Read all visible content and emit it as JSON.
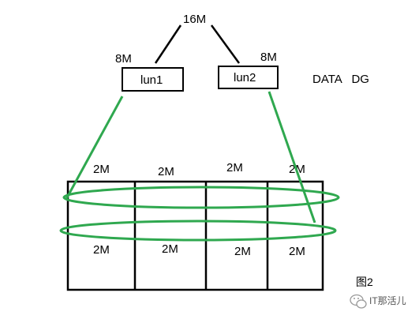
{
  "diagram": {
    "total_size": "16M",
    "luns": [
      {
        "name": "lun1",
        "size": "8M"
      },
      {
        "name": "lun2",
        "size": "8M"
      }
    ],
    "dg_label": "DATA   DG",
    "top_row_sizes": [
      "2M",
      "2M",
      "2M",
      "2M"
    ],
    "bottom_row_sizes": [
      "2M",
      "2M",
      "2M",
      "2M"
    ],
    "figure_label": "图2"
  },
  "watermark": {
    "brand_text": "IT那活儿",
    "icon": "wechat-icon"
  },
  "colors": {
    "stripe": "#2fa84f",
    "line": "#000000"
  }
}
